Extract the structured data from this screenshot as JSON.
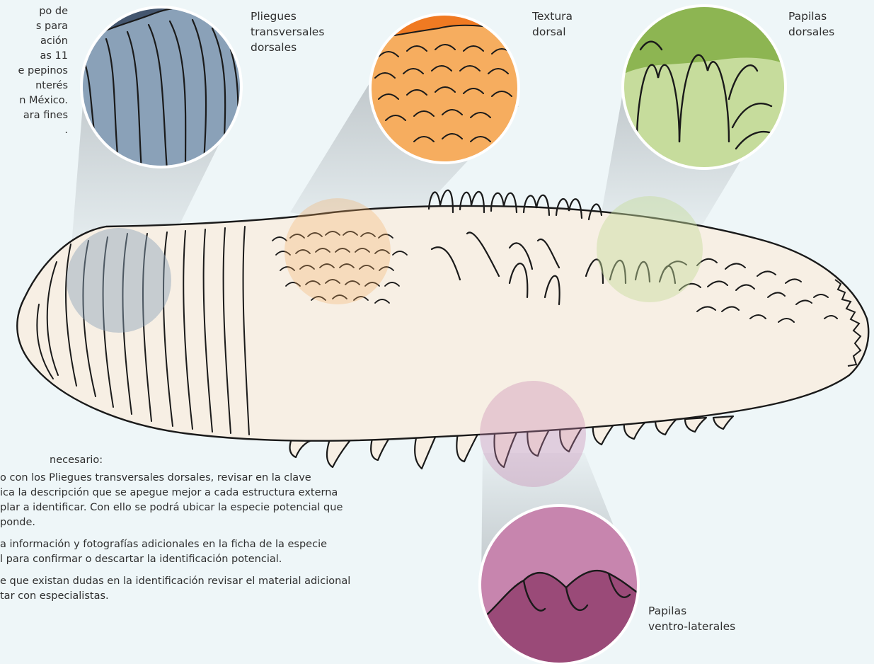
{
  "intro_lines": [
    "po de",
    "s para",
    "ación",
    "as 11",
    "e pepinos",
    "nterés",
    "n México.",
    "ara fines",
    "."
  ],
  "labels": {
    "pliegues": [
      "Pliegues",
      "transversales",
      "dorsales"
    ],
    "textura": [
      "Textura",
      "dorsal"
    ],
    "papilas_dorsales": [
      "Papilas",
      "dorsales"
    ],
    "papilas_ventro": [
      "Papilas",
      "ventro-laterales"
    ]
  },
  "steps": {
    "heading": "necesario:",
    "items": [
      [
        "o con los Pliegues transversales dorsales, revisar en la clave",
        "ica la descripción que se apegue mejor a cada estructura externa",
        "plar a identificar. Con ello se podrá ubicar la especie potencial que",
        "ponde."
      ],
      [
        "a información y fotografías adicionales en la ficha de la especie",
        "l para confirmar o descartar la identificación potencial."
      ],
      [
        "e que existan dudas en la identificación revisar el material adicional",
        "tar con especialistas."
      ]
    ]
  },
  "colors": {
    "background": "#eef6f8",
    "body": "#f7efe4",
    "pliegues": "#8aa1b8",
    "pliegues_dark": "#44566f",
    "textura": "#f6ad5f",
    "textura_dark": "#f07a22",
    "papilas_dorsales": "#c6dc9c",
    "papilas_dorsales_dark": "#8db552",
    "papilas_ventro": "#c785ae",
    "papilas_ventro_dark": "#9a4a78"
  }
}
